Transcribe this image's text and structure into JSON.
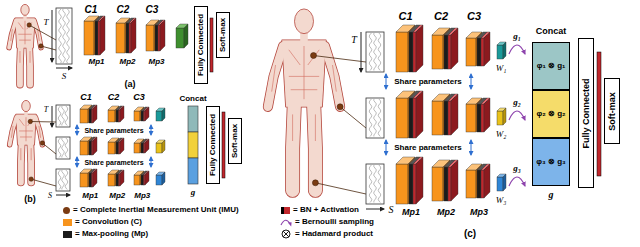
{
  "diagram": {
    "nodes": [
      {
        "text": [
          "Fully Connected"
        ]
      },
      {
        "text": [
          "Soft-max"
        ]
      },
      {
        "text": [
          "Fully Connected"
        ]
      },
      {
        "text": [
          "Soft-max"
        ]
      },
      {
        "text": [
          "φ₁ ⊗ g₁"
        ]
      },
      {
        "text": [
          "φ₂ ⊗ g₂"
        ]
      },
      {
        "text": [
          "φ₃ ⊗ g₃"
        ]
      },
      {
        "text": [
          "Fully Connected"
        ]
      },
      {
        "text": [
          "Soft-max"
        ]
      }
    ],
    "labels": [
      "T",
      "S",
      "C1",
      "C2",
      "C3",
      "Mp1",
      "Mp2",
      "Mp3",
      "(a)",
      "T",
      "S",
      "C1",
      "C2",
      "C3",
      "Share parameters",
      "Share parameters",
      "Mp1",
      "Mp2",
      "Mp3",
      "Concat",
      "g",
      "(b)",
      "T",
      "S",
      "C1",
      "C2",
      "C3",
      "Share parameters",
      "Share parameters",
      "Mp1",
      "Mp2",
      "Mp3",
      "W₁",
      "W₂",
      "W₃",
      "g₁",
      "g₂",
      "g₃",
      "Concat",
      "g",
      "(c)"
    ],
    "legend": [
      {
        "text": "= Complete Inertial Measurement Unit (IMU)",
        "color": "#7a3b12"
      },
      {
        "text": "= Convolution (C)",
        "color": "#f7941d"
      },
      {
        "text": "= Max-pooling (Mp)",
        "color": "#1b1b1b"
      },
      {
        "text": "= BN + Activation",
        "color": "#c1272d"
      },
      {
        "text": "= Bernoulli sampling"
      },
      {
        "text": "= Hadamard product"
      }
    ]
  }
}
